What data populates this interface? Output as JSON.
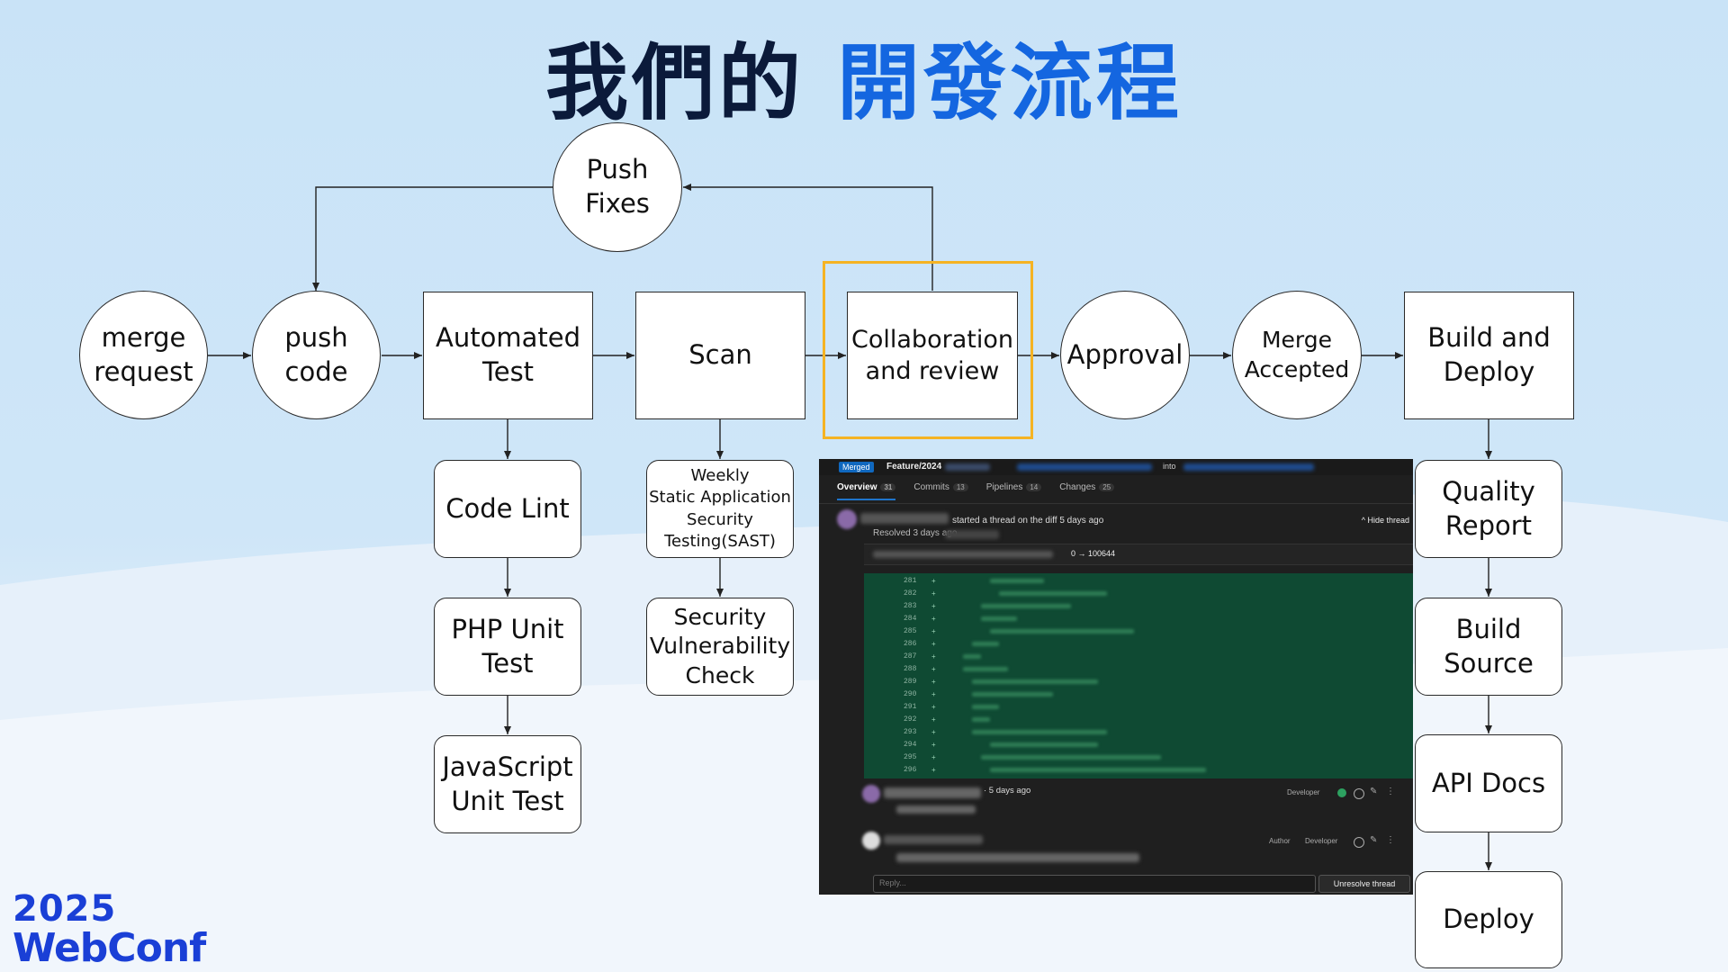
{
  "title": {
    "part1": "我們的",
    "part2": "開發流程"
  },
  "colors": {
    "title_dark": "#0b1a3a",
    "title_blue": "#1466e0",
    "highlight": "#f5b323",
    "logo": "#1a3fd6"
  },
  "nodes": {
    "merge_request": "merge\nrequest",
    "push_code": "push\ncode",
    "automated_test": "Automated\nTest",
    "scan": "Scan",
    "collaboration": "Collaboration\nand review",
    "approval": "Approval",
    "merge_accepted": "Merge\nAccepted",
    "build_deploy": "Build and\nDeploy",
    "push_fixes": "Push\nFixes",
    "code_lint": "Code Lint",
    "php_unit": "PHP Unit\nTest",
    "js_unit": "JavaScript\nUnit Test",
    "sast": "Weekly\nStatic Application\nSecurity\nTesting(SAST)",
    "security_check": "Security\nVulnerability\nCheck",
    "quality_report": "Quality\nReport",
    "build_source": "Build\nSource",
    "api_docs": "API Docs",
    "deploy": "Deploy"
  },
  "screenshot": {
    "badge": "Merged",
    "branch": "Feature/2024",
    "into": "into",
    "tabs": [
      {
        "label": "Overview",
        "count": "31"
      },
      {
        "label": "Commits",
        "count": "13"
      },
      {
        "label": "Pipelines",
        "count": "14"
      },
      {
        "label": "Changes",
        "count": "25"
      }
    ],
    "thread_meta": "started a thread on the diff 5 days ago",
    "hide_thread": "^ Hide thread",
    "resolved": "Resolved 3 days ago",
    "file_mode": "0 → 100644",
    "line_numbers": [
      "281",
      "282",
      "283",
      "284",
      "285",
      "286",
      "287",
      "288",
      "289",
      "290",
      "291",
      "292",
      "293",
      "294",
      "295",
      "296"
    ],
    "comment_time": "· 5 days ago",
    "role_developer": "Developer",
    "role_author": "Author",
    "reply_placeholder": "Reply...",
    "unresolve": "Unresolve thread"
  },
  "logo": {
    "year": "2025",
    "name": "WebConf"
  }
}
